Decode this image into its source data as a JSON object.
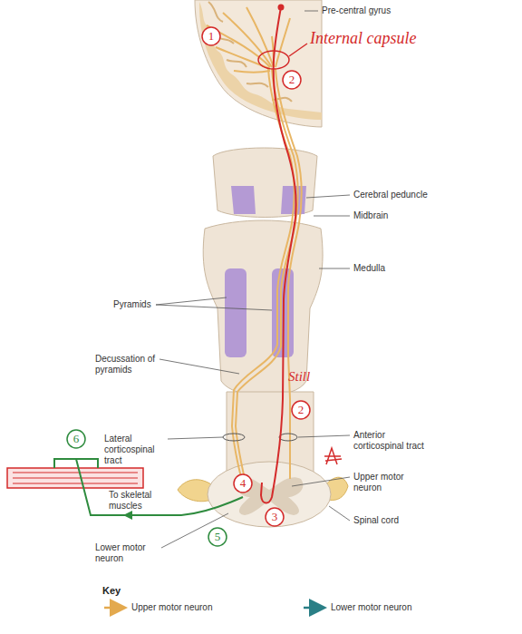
{
  "diagram": {
    "labels": [
      "Pre-central gyrus",
      "Internal capsule",
      "1",
      "2",
      "Cerebral peduncle",
      "Midbrain",
      "Medulla",
      "Pyramids",
      "Decussation of pyramids",
      "Still",
      "2",
      "Lateral corticospinal tract",
      "Anterior corticospinal tract",
      "Upper motor neuron",
      "6",
      "4",
      "To skeletal muscles",
      "5",
      "3",
      "Spinal cord",
      "Lower motor neuron",
      "Key"
    ],
    "legend": [
      {
        "text": "Upper motor neuron"
      },
      {
        "text": "Lower motor neuron"
      }
    ]
  }
}
